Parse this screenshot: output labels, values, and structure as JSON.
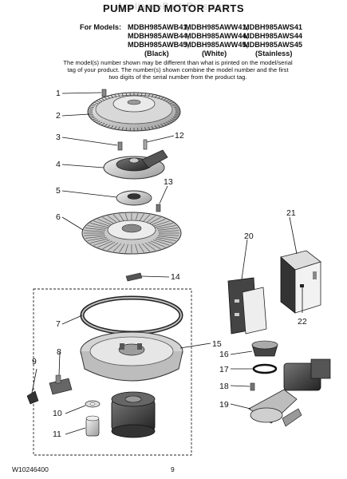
{
  "header": {
    "watermark": "AppliancePartsPros.com",
    "title": "PUMP AND MOTOR PARTS",
    "for_models_label": "For Models:",
    "model_rows": [
      [
        "MDBH985AWB41,",
        "MDBH985AWW41,",
        "MDBH985AWS41"
      ],
      [
        "MDBH985AWB44,",
        "MDBH985AWW44,",
        "MDBH985AWS44"
      ],
      [
        "MDBH985AWB45,",
        "MDBH985AWW45,",
        "MDBH985AWS45"
      ]
    ],
    "color_labels": [
      "(Black)",
      "(White)",
      "(Stainless)"
    ],
    "note": "The model(s) number shown may be different than what is printed on the model/serial tag of your product. The number(s) shown combine the model number and the first two digits of the serial number from the product tag."
  },
  "callouts": [
    "1",
    "2",
    "3",
    "4",
    "5",
    "6",
    "7",
    "8",
    "9",
    "10",
    "11",
    "12",
    "13",
    "14",
    "15",
    "16",
    "17",
    "18",
    "19",
    "20",
    "21",
    "22"
  ],
  "footer": {
    "doc_number": "W10246400",
    "page_number": "9"
  }
}
